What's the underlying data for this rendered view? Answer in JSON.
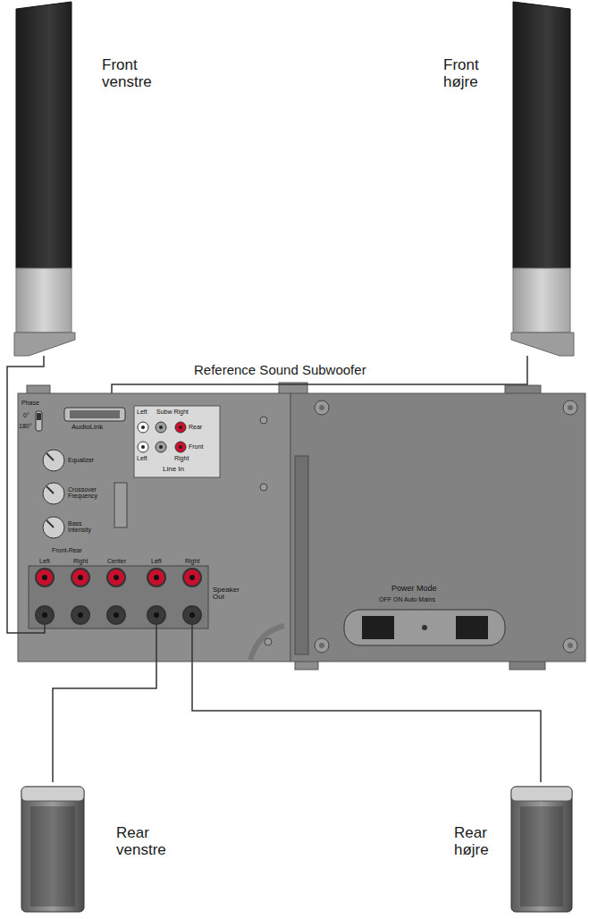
{
  "diagram": {
    "nodes": [
      {
        "text": [
          "Front venstre"
        ]
      },
      {
        "text": [
          "Front højre"
        ]
      },
      {
        "text": [
          "Reference Sound Subwoofer"
        ]
      },
      {
        "text": [
          "Rear venstre"
        ]
      },
      {
        "text": [
          "Rear højre"
        ]
      }
    ],
    "edges": [
      {
        "from": 0,
        "to": 2,
        "arrow": "none"
      },
      {
        "from": 1,
        "to": 2,
        "arrow": "none"
      },
      {
        "from": 3,
        "to": 2,
        "arrow": "none"
      },
      {
        "from": 4,
        "to": 2,
        "arrow": "none"
      }
    ],
    "labels": [
      "Phase",
      "0°",
      "180°",
      "AudioLink",
      "Left",
      "Subw Right",
      "Rear",
      "Front",
      "Left",
      "Right",
      "Line In",
      "Equalizer",
      "Crossover Frequency",
      "Bass Intensity",
      "Front-Rear",
      "Left",
      "Right",
      "Center",
      "Left",
      "Right",
      "Speaker Out",
      "Power Mode",
      "OFF ON Auto Mains"
    ]
  }
}
